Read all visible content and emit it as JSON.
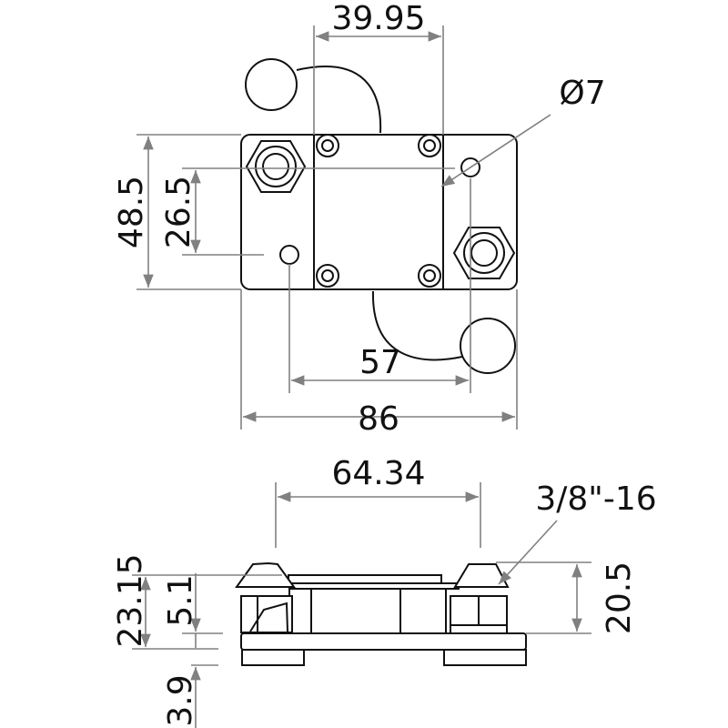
{
  "drawing": {
    "top_view": {
      "dim_width_between_screws": "39.95",
      "dim_hole_diameter": "Ø7",
      "dim_height": "48.5",
      "dim_hole_spacing_vertical": "26.5",
      "dim_hole_spacing_horizontal": "57",
      "dim_overall_width": "86"
    },
    "side_view": {
      "dim_stud_spacing": "64.34",
      "dim_thread": "3/8\"-16",
      "dim_total_height": "23.15",
      "dim_base_to_nut": "5.1",
      "dim_foot": "3.9",
      "dim_stud_height": "20.5"
    }
  }
}
